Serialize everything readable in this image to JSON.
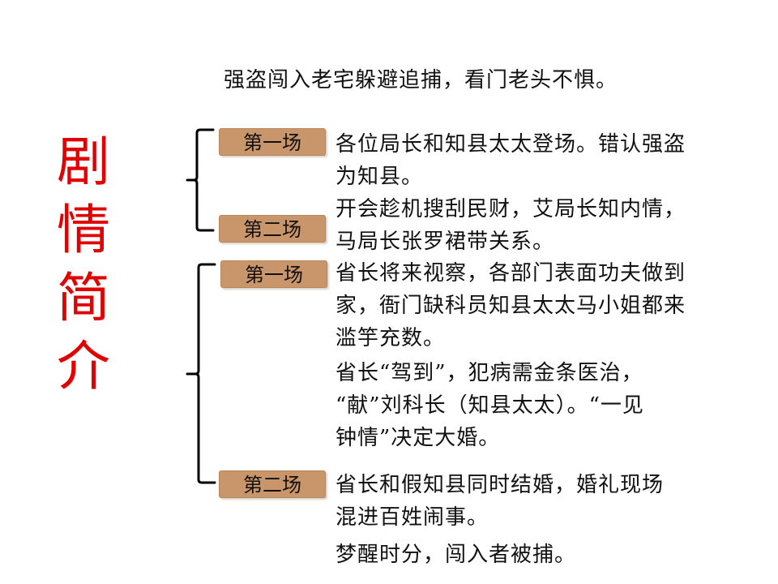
{
  "title": "剧情简介",
  "intro": "强盗闯入老宅躲避追捕，看门老头不惧。",
  "group1": {
    "scene1": {
      "label": "第一场",
      "lines": [
        "各位局长和知县太太登场。错认强盗",
        "为知县。"
      ]
    },
    "scene2": {
      "label": "第二场",
      "lines": [
        "开会趁机搜刮民财，艾局长知内情，",
        "马局长张罗裙带关系。"
      ]
    }
  },
  "group2": {
    "scene1": {
      "label": "第一场",
      "para1": [
        "省长将来视察，各部门表面功夫做到",
        "家，衙门缺科员知县太太马小姐都来",
        "滥竽充数。"
      ],
      "para2": [
        "省长“驾到”，犯病需金条医治，",
        "“献”刘科长（知县太太）。“一见",
        "钟情”决定大婚。"
      ]
    },
    "scene2": {
      "label": "第二场",
      "lines": [
        "省长和假知县同时结婚，婚礼现场",
        "混进百姓闹事。"
      ],
      "ending": "梦醒时分，闯入者被捕。"
    }
  }
}
